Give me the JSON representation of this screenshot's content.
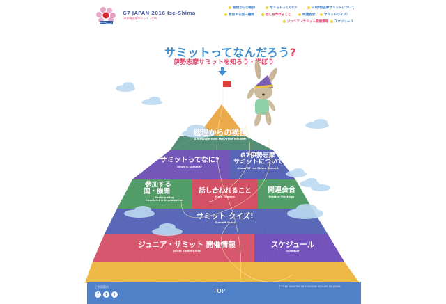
{
  "header": {
    "logo_title": "G7 JAPAN 2016 Ise-Shima",
    "logo_subtitle": "G7伊勢志摩サミット 2016",
    "logo_icon": "g7-ise-shima-emblem"
  },
  "nav": {
    "items": [
      {
        "label": "総理からの挨拶",
        "color": "#3d7fc4"
      },
      {
        "label": "サミットってなに?",
        "color": "#3d7fc4"
      },
      {
        "label": "G7伊勢志摩サミットについて",
        "color": "#3d7fc4"
      },
      {
        "label": "参加する国・機関",
        "color": "#3d7fc4"
      },
      {
        "label": "話し合われること",
        "color": "#e6416a"
      },
      {
        "label": "関連会合",
        "color": "#3d7fc4"
      },
      {
        "label": "サミットクイズ!",
        "color": "#3d7fc4"
      },
      {
        "label": "ジュニア・サミット開催情報",
        "color": "#e6416a"
      },
      {
        "label": "スケジュール",
        "color": "#3d7fc4"
      }
    ],
    "bullet_color": "#f2d33a"
  },
  "hero": {
    "title": "サミットってなんだろう",
    "title_mark": "?",
    "subtitle": "伊勢志摩サミットを知ろう・学ぼう",
    "arrow_icon": "down-arrow-icon"
  },
  "pyramid": {
    "tiers": [
      {
        "jp": "総理からの挨拶",
        "en": "A Message from the Prime Minister",
        "color": "#3f8a6e"
      },
      {
        "jp": "サミットってなに?",
        "en": "What is Summit?",
        "color": "#6b44b8"
      },
      {
        "jp": "G7伊勢志摩サミットについて",
        "jp_line1": "G7伊勢志摩",
        "jp_line2": "サミットについて",
        "en": "About G7 Ise-Shima Summit",
        "color": "#4657b6"
      },
      {
        "jp_line1": "参加する",
        "jp_line2": "国・機関",
        "en_line1": "Participating",
        "en_line2": "Countries & Organization",
        "color": "#3e9a5c"
      },
      {
        "jp": "話し合われること",
        "en": "Main Themes",
        "color": "#d63a58"
      },
      {
        "jp": "関連会合",
        "en": "Related Meetings",
        "color": "#3e9a5c"
      },
      {
        "jp": "サミット クイズ!",
        "en": "Summit Quiz!",
        "color": "#4a5bb8"
      },
      {
        "jp": "ジュニア・サミット 開催情報",
        "en": "Junior Summit Info",
        "color": "#d94563"
      },
      {
        "jp": "スケジュール",
        "en": "Schedule",
        "color": "#6a41bb"
      }
    ],
    "apex_color": "#f0a830",
    "base_color": "#f3b82a",
    "flag_color": "#e23b3b"
  },
  "footer": {
    "contact_label": "ご利用案内",
    "social": [
      {
        "name": "facebook",
        "glyph": "f"
      },
      {
        "name": "twitter",
        "glyph": "t"
      },
      {
        "name": "share",
        "glyph": "+"
      }
    ],
    "top_label": "TOP",
    "copyright": "©2016 MINISTRY OF FOREIGN AFFAIRS OF JAPAN",
    "bg_color": "#4f80c8"
  }
}
